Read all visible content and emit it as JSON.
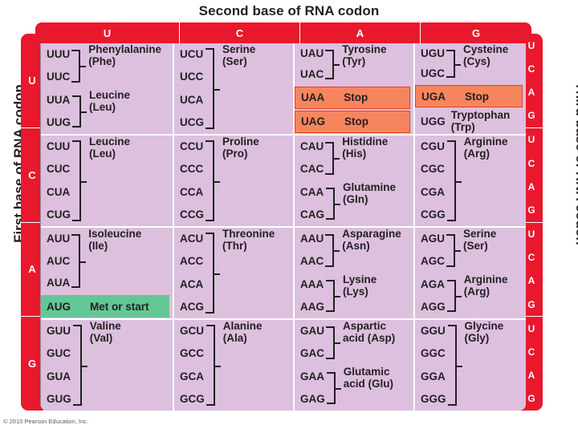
{
  "titles": {
    "top": "Second base of RNA codon",
    "left": "First base of RNA codon",
    "right": "Third base of RNA codon"
  },
  "column_headers": [
    "U",
    "C",
    "A",
    "G"
  ],
  "row_headers": [
    "U",
    "C",
    "A",
    "G"
  ],
  "third_base_sequence": [
    "U",
    "C",
    "A",
    "G"
  ],
  "colors": {
    "header_red": "#e8192c",
    "cell_background": "#dcc0de",
    "stop_highlight": "#f6855e",
    "stop_border": "#e0421e",
    "start_highlight": "#63c795",
    "text": "#231f20"
  },
  "copyright": "© 2010 Pearson Education, Inc.",
  "blocks": [
    {
      "first_base": "U",
      "cells": [
        {
          "groups": [
            {
              "codons": [
                "UUU",
                "UUC"
              ],
              "amino_acid": "Phenylalanine\n(Phe)"
            },
            {
              "codons": [
                "UUA",
                "UUG"
              ],
              "amino_acid": "Leucine\n(Leu)"
            }
          ]
        },
        {
          "groups": [
            {
              "codons": [
                "UCU",
                "UCC",
                "UCA",
                "UCG"
              ],
              "amino_acid": "Serine\n(Ser)"
            }
          ]
        },
        {
          "groups": [
            {
              "codons": [
                "UAU",
                "UAC"
              ],
              "amino_acid": "Tyrosine\n(Tyr)"
            }
          ],
          "highlights": [
            {
              "codon": "UAA",
              "label": "Stop",
              "style": "stop"
            },
            {
              "codon": "UAG",
              "label": "Stop",
              "style": "stop"
            }
          ]
        },
        {
          "groups": [
            {
              "codons": [
                "UGU",
                "UGC"
              ],
              "amino_acid": "Cysteine\n(Cys)"
            }
          ],
          "highlights": [
            {
              "codon": "UGA",
              "label": "Stop",
              "style": "stop"
            },
            {
              "codon": "UGG",
              "label": "Tryptophan (Trp)",
              "style": "plain"
            }
          ]
        }
      ]
    },
    {
      "first_base": "C",
      "cells": [
        {
          "groups": [
            {
              "codons": [
                "CUU",
                "CUC",
                "CUA",
                "CUG"
              ],
              "amino_acid": "Leucine\n(Leu)"
            }
          ]
        },
        {
          "groups": [
            {
              "codons": [
                "CCU",
                "CCC",
                "CCA",
                "CCG"
              ],
              "amino_acid": "Proline\n(Pro)"
            }
          ]
        },
        {
          "groups": [
            {
              "codons": [
                "CAU",
                "CAC"
              ],
              "amino_acid": "Histidine\n(His)"
            },
            {
              "codons": [
                "CAA",
                "CAG"
              ],
              "amino_acid": "Glutamine\n(Gln)"
            }
          ]
        },
        {
          "groups": [
            {
              "codons": [
                "CGU",
                "CGC",
                "CGA",
                "CGG"
              ],
              "amino_acid": "Arginine\n(Arg)"
            }
          ]
        }
      ]
    },
    {
      "first_base": "A",
      "cells": [
        {
          "groups": [
            {
              "codons": [
                "AUU",
                "AUC",
                "AUA"
              ],
              "amino_acid": "Isoleucine\n(Ile)"
            }
          ],
          "highlights": [
            {
              "codon": "AUG",
              "label": "Met or start",
              "style": "start"
            }
          ]
        },
        {
          "groups": [
            {
              "codons": [
                "ACU",
                "ACC",
                "ACA",
                "ACG"
              ],
              "amino_acid": "Threonine\n(Thr)"
            }
          ]
        },
        {
          "groups": [
            {
              "codons": [
                "AAU",
                "AAC"
              ],
              "amino_acid": "Asparagine\n(Asn)"
            },
            {
              "codons": [
                "AAA",
                "AAG"
              ],
              "amino_acid": "Lysine\n(Lys)"
            }
          ]
        },
        {
          "groups": [
            {
              "codons": [
                "AGU",
                "AGC"
              ],
              "amino_acid": "Serine\n(Ser)"
            },
            {
              "codons": [
                "AGA",
                "AGG"
              ],
              "amino_acid": "Arginine\n(Arg)"
            }
          ]
        }
      ]
    },
    {
      "first_base": "G",
      "cells": [
        {
          "groups": [
            {
              "codons": [
                "GUU",
                "GUC",
                "GUA",
                "GUG"
              ],
              "amino_acid": "Valine\n(Val)"
            }
          ]
        },
        {
          "groups": [
            {
              "codons": [
                "GCU",
                "GCC",
                "GCA",
                "GCG"
              ],
              "amino_acid": "Alanine\n(Ala)"
            }
          ]
        },
        {
          "groups": [
            {
              "codons": [
                "GAU",
                "GAC"
              ],
              "amino_acid": "Aspartic\nacid (Asp)"
            },
            {
              "codons": [
                "GAA",
                "GAG"
              ],
              "amino_acid": "Glutamic\nacid (Glu)"
            }
          ]
        },
        {
          "groups": [
            {
              "codons": [
                "GGU",
                "GGC",
                "GGA",
                "GGG"
              ],
              "amino_acid": "Glycine\n(Gly)"
            }
          ]
        }
      ]
    }
  ]
}
